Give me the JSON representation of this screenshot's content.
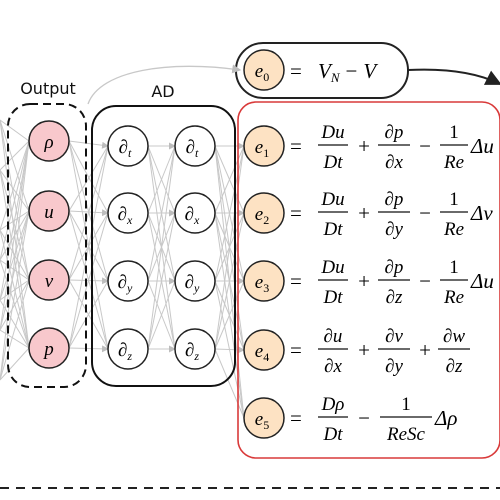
{
  "labels": {
    "output": "Output",
    "ad": "AD"
  },
  "output_nodes": [
    {
      "symbol": "ρ"
    },
    {
      "symbol": "u"
    },
    {
      "symbol": "v"
    },
    {
      "symbol": "p"
    }
  ],
  "ad_column_1": [
    {
      "base": "∂",
      "sub": "t"
    },
    {
      "base": "∂",
      "sub": "x"
    },
    {
      "base": "∂",
      "sub": "y"
    },
    {
      "base": "∂",
      "sub": "z"
    }
  ],
  "ad_column_2": [
    {
      "base": "∂",
      "sub": "t"
    },
    {
      "base": "∂",
      "sub": "x"
    },
    {
      "base": "∂",
      "sub": "y"
    },
    {
      "base": "∂",
      "sub": "z"
    }
  ],
  "e0": {
    "node": {
      "base": "e",
      "sub": "0"
    },
    "eq": "=",
    "rhs": {
      "V": "V",
      "N": "N",
      "minus": "−",
      "V2": "V"
    }
  },
  "equations": [
    {
      "node": {
        "base": "e",
        "sub": "1"
      },
      "eq": "=",
      "t1": {
        "num": "Du",
        "den": "Dt"
      },
      "op1": "+",
      "t2": {
        "num": "∂p",
        "den": "∂x"
      },
      "op2": "−",
      "t3": {
        "num": "1",
        "den": "Re"
      },
      "tail": "Δu"
    },
    {
      "node": {
        "base": "e",
        "sub": "2"
      },
      "eq": "=",
      "t1": {
        "num": "Du",
        "den": "Dt"
      },
      "op1": "+",
      "t2": {
        "num": "∂p",
        "den": "∂y"
      },
      "op2": "−",
      "t3": {
        "num": "1",
        "den": "Re"
      },
      "tail": "Δv"
    },
    {
      "node": {
        "base": "e",
        "sub": "3"
      },
      "eq": "=",
      "t1": {
        "num": "Du",
        "den": "Dt"
      },
      "op1": "+",
      "t2": {
        "num": "∂p",
        "den": "∂z"
      },
      "op2": "−",
      "t3": {
        "num": "1",
        "den": "Re"
      },
      "tail": "Δu"
    }
  ],
  "e4": {
    "node": {
      "base": "e",
      "sub": "4"
    },
    "eq": "=",
    "t1": {
      "num": "∂u",
      "den": "∂x"
    },
    "op1": "+",
    "t2": {
      "num": "∂v",
      "den": "∂y"
    },
    "op2": "+",
    "t3": {
      "num": "∂w",
      "den": "∂z"
    }
  },
  "e5": {
    "node": {
      "base": "e",
      "sub": "5"
    },
    "eq": "=",
    "t1": {
      "num": "Dρ",
      "den": "Dt"
    },
    "op1": "−",
    "t2": {
      "num": "1",
      "den": "ReSc"
    },
    "tail": "Δρ"
  },
  "colors": {
    "output_fill": "#f8c8cc",
    "residual_fill": "#fde2c3",
    "residual_box": "#d93a3a",
    "edge": "#c8c8c8",
    "stroke": "#222222"
  }
}
